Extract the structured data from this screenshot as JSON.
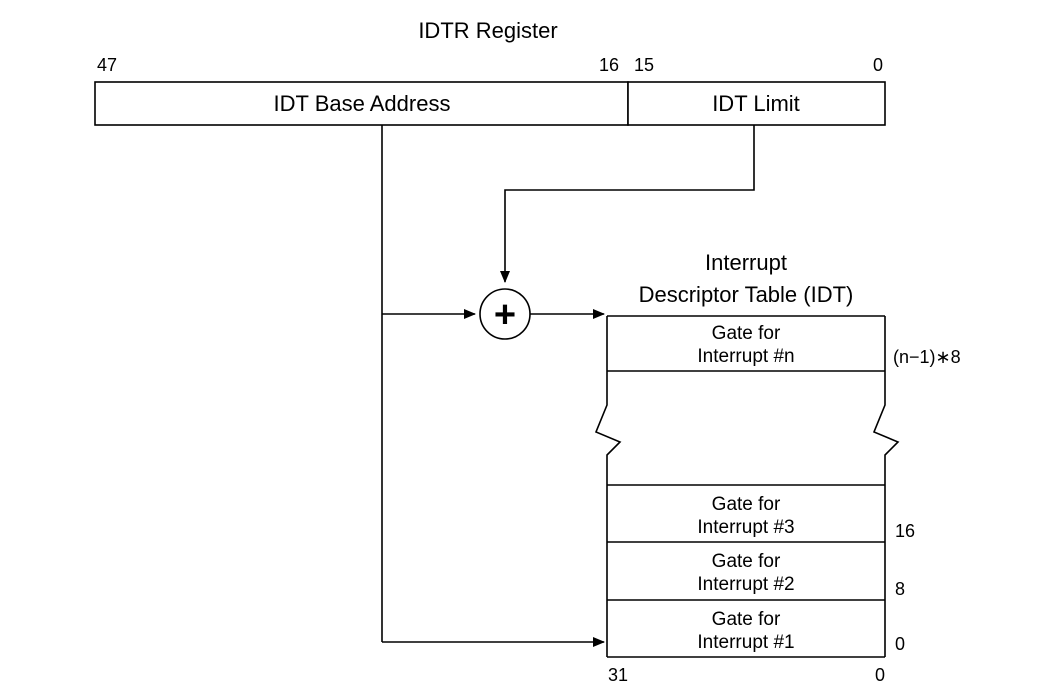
{
  "idtr": {
    "title": "IDTR Register",
    "bits": {
      "b47": "47",
      "b16": "16",
      "b15": "15",
      "b0": "0"
    },
    "base_label": "IDT Base Address",
    "limit_label": "IDT Limit"
  },
  "adder": {
    "symbol": "+"
  },
  "idt": {
    "title_line1": "Interrupt",
    "title_line2": "Descriptor Table (IDT)",
    "gates": [
      {
        "line1": "Gate for",
        "line2": "Interrupt #n",
        "offset": "(n−1)∗8"
      },
      {
        "line1": "Gate for",
        "line2": "Interrupt #3",
        "offset": "16"
      },
      {
        "line1": "Gate for",
        "line2": "Interrupt #2",
        "offset": "8"
      },
      {
        "line1": "Gate for",
        "line2": "Interrupt #1",
        "offset": "0"
      }
    ],
    "bits": {
      "b31": "31",
      "b0": "0"
    }
  }
}
